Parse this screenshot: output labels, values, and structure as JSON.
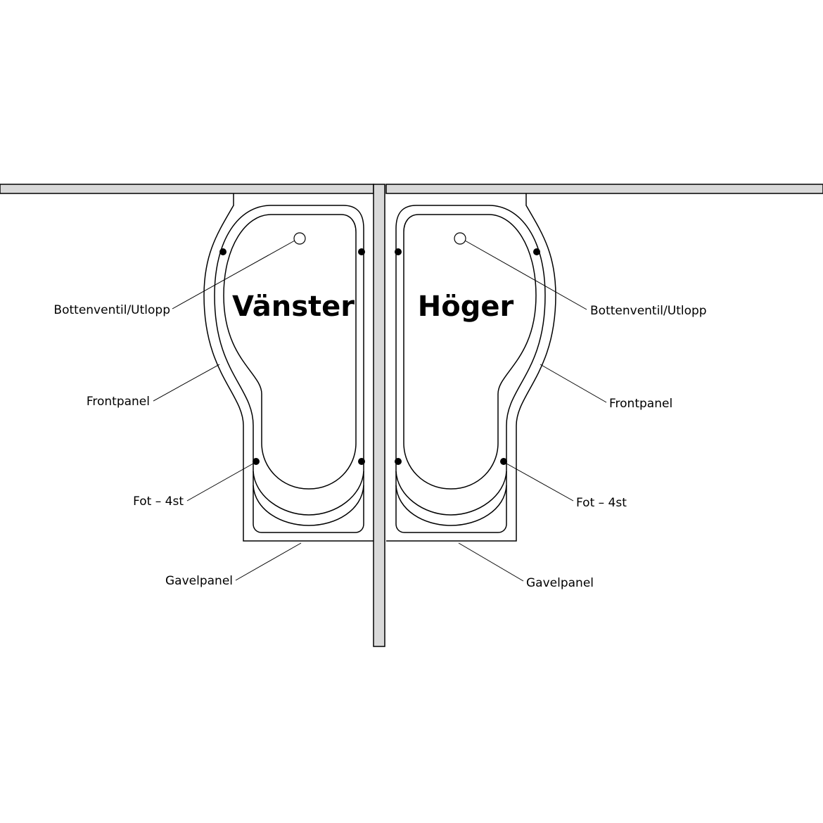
{
  "tubs": {
    "left": {
      "title": "Vänster",
      "labels": {
        "drain": "Bottenventil/Utlopp",
        "front": "Frontpanel",
        "feet": "Fot – 4st",
        "end": "Gavelpanel"
      }
    },
    "right": {
      "title": "Höger",
      "labels": {
        "drain": "Bottenventil/Utlopp",
        "front": "Frontpanel",
        "feet": "Fot – 4st",
        "end": "Gavelpanel"
      }
    }
  },
  "colors": {
    "wall_fill": "#d9d9d9",
    "line": "#000000",
    "background": "#ffffff"
  }
}
